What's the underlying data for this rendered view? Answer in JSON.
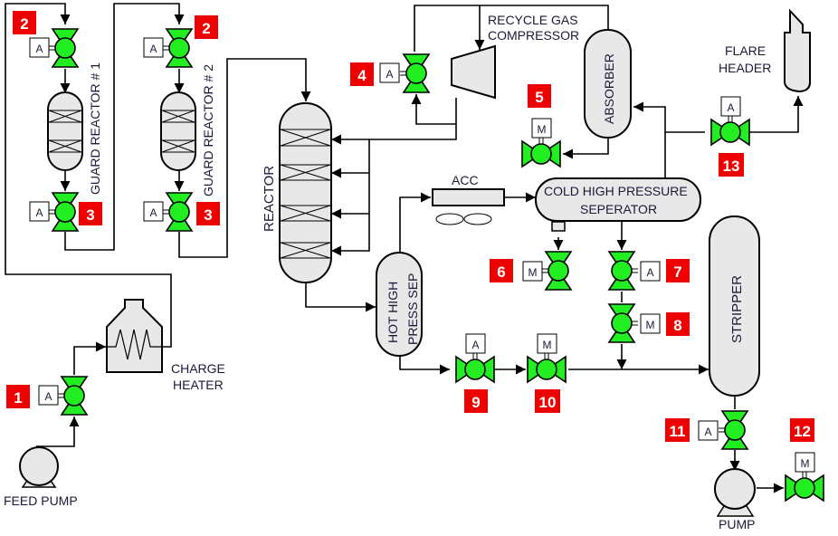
{
  "colors": {
    "valve": "#22ee22",
    "badge": "#ee0000",
    "vessel": "#e8e8e8"
  },
  "equipment": {
    "guard_reactor_1": "GUARD REACTOR # 1",
    "guard_reactor_2": "GUARD REACTOR # 2",
    "reactor": "REACTOR",
    "recycle_gas_compressor": [
      "RECYCLE GAS",
      "COMPRESSOR"
    ],
    "absorber": "ABSORBER",
    "flare_header": [
      "FLARE",
      "HEADER"
    ],
    "acc": "ACC",
    "cold_high_pressure_separator": [
      "COLD HIGH PRESSURE",
      "SEPERATOR"
    ],
    "hot_high_press_sep": [
      "HOT HIGH",
      "PRESS SEP"
    ],
    "stripper": "STRIPPER",
    "charge_heater": [
      "CHARGE",
      "HEATER"
    ],
    "feed_pump": "FEED PUMP",
    "pump": "PUMP"
  },
  "valves": [
    {
      "id": "1",
      "actuator": "A"
    },
    {
      "id": "2a",
      "badge": "2",
      "actuator": "A"
    },
    {
      "id": "3a",
      "badge": "3",
      "actuator": "A"
    },
    {
      "id": "2b",
      "badge": "2",
      "actuator": "A"
    },
    {
      "id": "3b",
      "badge": "3",
      "actuator": "A"
    },
    {
      "id": "4",
      "actuator": "A"
    },
    {
      "id": "5",
      "actuator": "M"
    },
    {
      "id": "6",
      "actuator": "M"
    },
    {
      "id": "7",
      "actuator": "A"
    },
    {
      "id": "8",
      "actuator": "M"
    },
    {
      "id": "9",
      "actuator": "A"
    },
    {
      "id": "10",
      "actuator": "M"
    },
    {
      "id": "11",
      "actuator": "A"
    },
    {
      "id": "12",
      "actuator": "M"
    },
    {
      "id": "13",
      "actuator": "A"
    }
  ],
  "badges": {
    "b1": "1",
    "b2a": "2",
    "b2b": "2",
    "b3a": "3",
    "b3b": "3",
    "b4": "4",
    "b5": "5",
    "b6": "6",
    "b7": "7",
    "b8": "8",
    "b9": "9",
    "b10": "10",
    "b11": "11",
    "b12": "12",
    "b13": "13"
  },
  "actuators": {
    "a1": "A",
    "a2a": "A",
    "a2b": "A",
    "a3a": "A",
    "a3b": "A",
    "a4": "A",
    "a5": "M",
    "a6": "M",
    "a7": "A",
    "a8": "M",
    "a9": "A",
    "a10": "M",
    "a11": "A",
    "a12": "M",
    "a13": "A"
  }
}
